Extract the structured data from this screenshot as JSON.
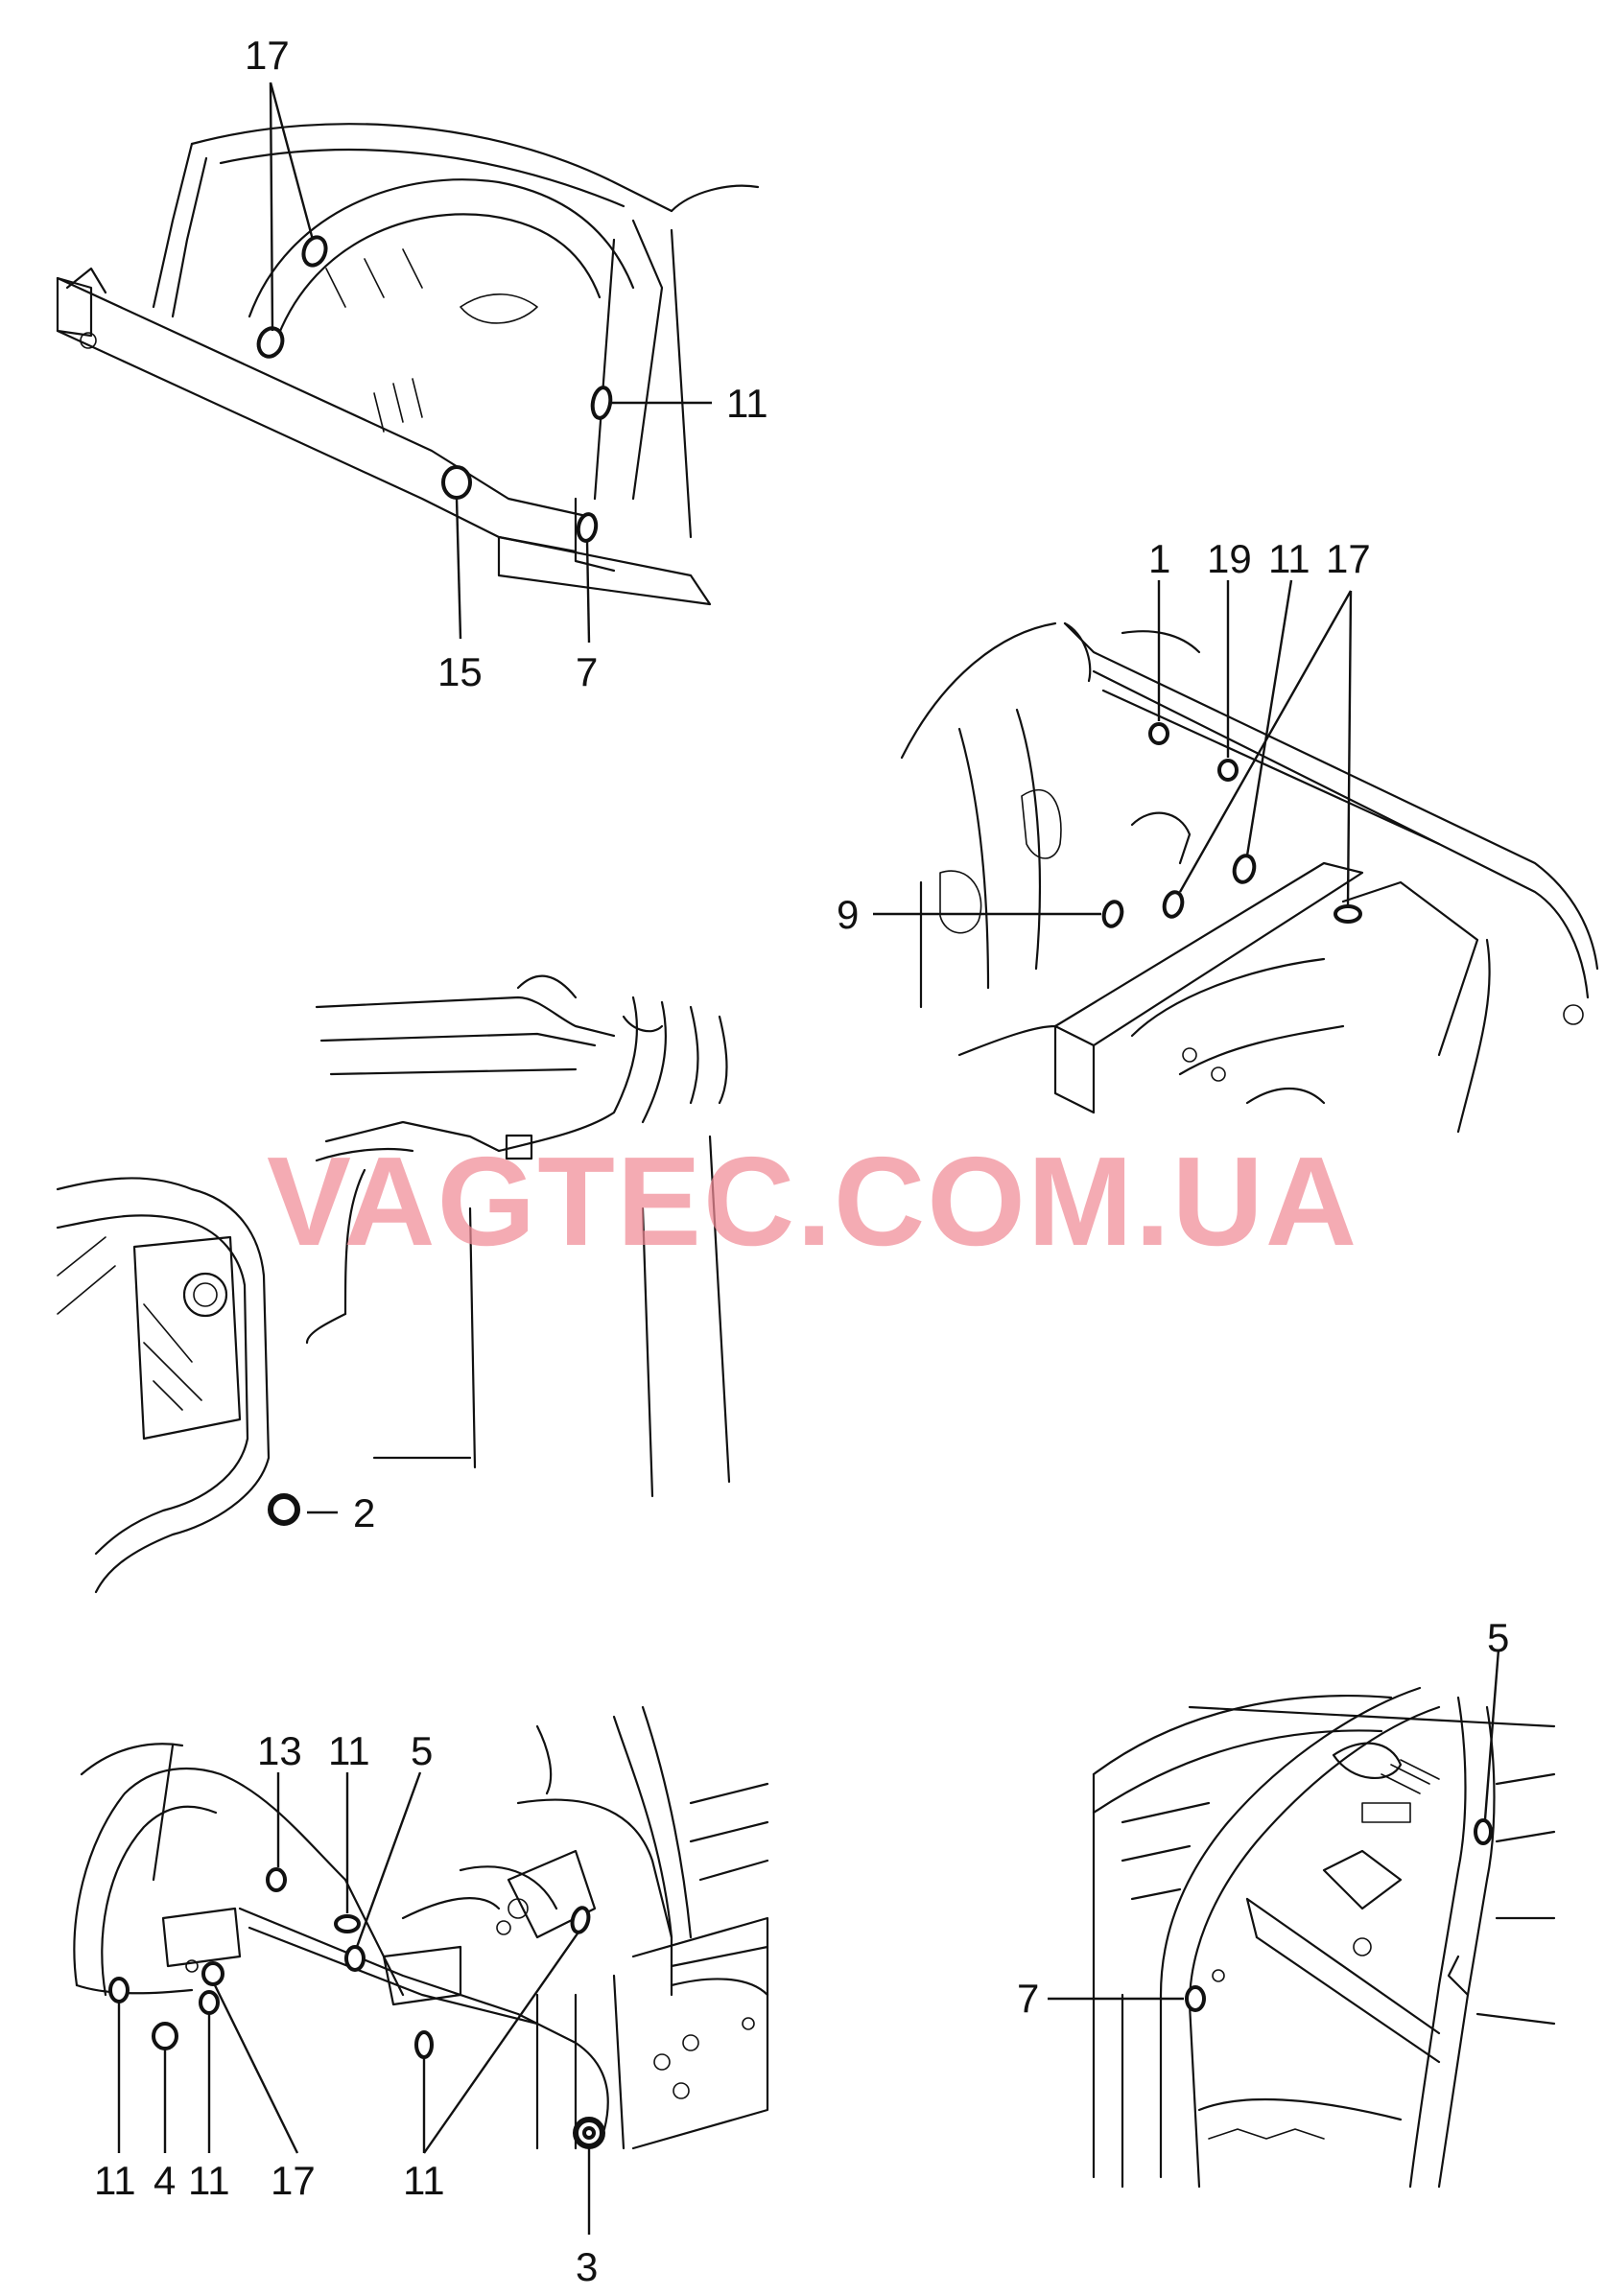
{
  "watermark": "VAGTEC.COM.UA",
  "colors": {
    "line": "#111111",
    "watermark": "#f08a96",
    "background": "#ffffff"
  },
  "callouts": {
    "v1": [
      "17",
      "11",
      "15",
      "7"
    ],
    "v2": [
      "1",
      "19",
      "11",
      "17",
      "9"
    ],
    "v3": [
      "2"
    ],
    "v4": [
      "13",
      "11",
      "5",
      "11",
      "4",
      "11",
      "17",
      "11",
      "3"
    ],
    "v5": [
      "5",
      "7"
    ]
  }
}
